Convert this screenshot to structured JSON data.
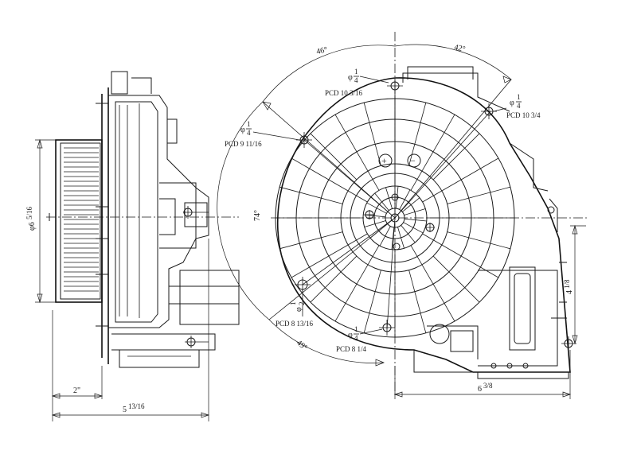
{
  "drawing": {
    "side_view": {
      "height_dim": "φ6",
      "height_dim_frac": "5/16",
      "depth_dim": "2\"",
      "overall_dim": "5",
      "overall_dim_frac": "13/16"
    },
    "front_view": {
      "angle_top_left": "46°",
      "angle_top_right": "42°",
      "angle_left": "74°",
      "angle_bottom_left": "49°",
      "width_dim": "6",
      "width_dim_frac": "3/8",
      "height_dim": "4",
      "height_dim_frac": "1/8",
      "plus_sign": "+",
      "minus_sign": "−"
    },
    "holes": [
      {
        "dia": "φ",
        "num": "1",
        "den": "4",
        "pcd": "PCD 10 3/16"
      },
      {
        "dia": "φ",
        "num": "1",
        "den": "4",
        "pcd": "PCD 10 3/4"
      },
      {
        "dia": "φ",
        "num": "1",
        "den": "4",
        "pcd": "PCD 9 11/16"
      },
      {
        "dia": "φ",
        "num": "1",
        "den": "2",
        "pcd": "PCD 8 13/16"
      },
      {
        "dia": "φ",
        "num": "1",
        "den": "4",
        "pcd": "PCD 8 1/4"
      }
    ]
  }
}
